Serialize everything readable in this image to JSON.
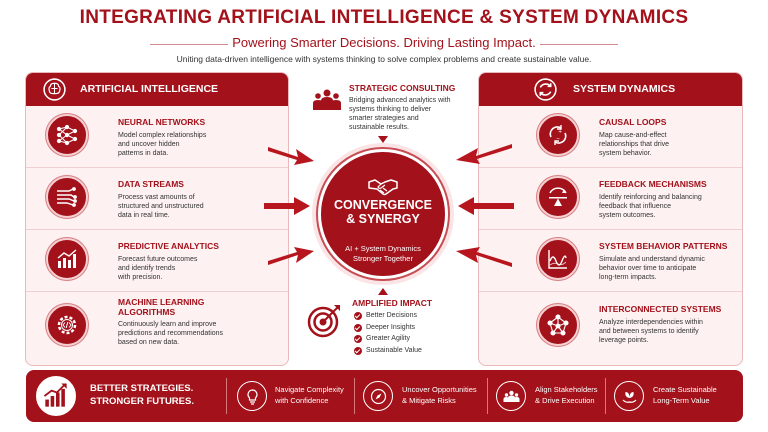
{
  "header": {
    "title": "INTEGRATING ARTIFICIAL INTELLIGENCE & SYSTEM DYNAMICS",
    "subtitle": "Powering Smarter Decisions. Driving Lasting Impact.",
    "description": "Uniting data-driven intelligence with systems thinking to solve complex problems and create sustainable value."
  },
  "left_panel": {
    "title": "ARTIFICIAL INTELLIGENCE",
    "icon": "brain-icon",
    "items": [
      {
        "title": "NEURAL NETWORKS",
        "lines": [
          "Model complex relationships",
          "and uncover hidden",
          "patterns in data."
        ],
        "icon": "neural-network-icon"
      },
      {
        "title": "DATA STREAMS",
        "lines": [
          "Process vast amounts of",
          "structured and unstructured",
          "data in real time."
        ],
        "icon": "data-stream-icon"
      },
      {
        "title": "PREDICTIVE ANALYTICS",
        "lines": [
          "Forecast future outcomes",
          "and identify trends",
          "with precision."
        ],
        "icon": "bar-chart-icon"
      },
      {
        "title_lines": [
          "MACHINE LEARNING",
          "ALGORITHMS"
        ],
        "lines": [
          "Continuously learn and improve",
          "predictions and recommendations",
          "based on new data."
        ],
        "icon": "gear-code-icon"
      }
    ]
  },
  "right_panel": {
    "title": "SYSTEM DYNAMICS",
    "icon": "cycle-icon",
    "items": [
      {
        "title": "CAUSAL LOOPS",
        "lines": [
          "Map cause-and-effect",
          "relationships that drive",
          "system behavior."
        ],
        "icon": "causal-loop-icon"
      },
      {
        "title": "FEEDBACK MECHANISMS",
        "lines": [
          "Identify reinforcing and balancing",
          "feedback that influence",
          "system outcomes."
        ],
        "icon": "balance-icon"
      },
      {
        "title": "SYSTEM BEHAVIOR PATTERNS",
        "lines": [
          "Simulate and understand dynamic",
          "behavior over time to anticipate",
          "long-term impacts."
        ],
        "icon": "line-chart-icon"
      },
      {
        "title": "INTERCONNECTED SYSTEMS",
        "lines": [
          "Analyze interdependencies within",
          "and between systems to identify",
          "leverage points."
        ],
        "icon": "network-icon"
      }
    ]
  },
  "center": {
    "title_lines": [
      "CONVERGENCE",
      "& SYNERGY"
    ],
    "tag_lines": [
      "AI + System Dynamics",
      "Stronger Together"
    ],
    "icon": "handshake-icon"
  },
  "consulting": {
    "title": "STRATEGIC CONSULTING",
    "lines": [
      "Bridging advanced analytics with",
      "systems thinking to deliver",
      "smarter strategies and",
      "sustainable results."
    ],
    "icon": "team-icon"
  },
  "impact": {
    "title": "AMPLIFIED IMPACT",
    "bullets": [
      "Better Decisions",
      "Deeper Insights",
      "Greater Agility",
      "Sustainable Value"
    ],
    "icon": "target-icon"
  },
  "footer": {
    "title_lines": [
      "BETTER STRATEGIES.",
      "STRONGER FUTURES."
    ],
    "icon": "growth-chart-icon",
    "items": [
      {
        "lines": [
          "Navigate Complexity",
          "with Confidence"
        ],
        "icon": "lightbulb-icon"
      },
      {
        "lines": [
          "Uncover Opportunities",
          "& Mitigate Risks"
        ],
        "icon": "compass-icon"
      },
      {
        "lines": [
          "Align Stakeholders",
          "& Drive Execution"
        ],
        "icon": "people-icon"
      },
      {
        "lines": [
          "Create Sustainable",
          "Long-Term Value"
        ],
        "icon": "leaf-hand-icon"
      }
    ]
  },
  "colors": {
    "primary": "#a3111b",
    "panel_bg": "#fdf1f1",
    "accent_light": "#f3d1d2"
  }
}
